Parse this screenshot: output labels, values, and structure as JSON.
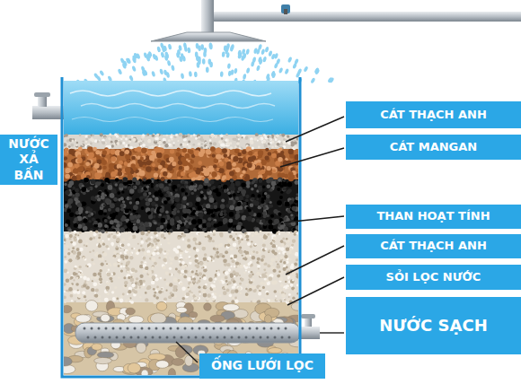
{
  "diagram": {
    "nodes": [
      {
        "text": [
          "CÁT THẠCH ANH"
        ]
      },
      {
        "text": [
          "NƯỚC XẢ BẤN"
        ]
      },
      {
        "text": [
          "CÁT MANGAN"
        ]
      },
      {
        "text": [
          "THAN HOẠT TÍNH"
        ]
      },
      {
        "text": [
          "CÁT THẠCH ANH"
        ]
      },
      {
        "text": [
          "SỎI LỌC NƯỚC"
        ]
      },
      {
        "text": [
          "NƯỚC SẠCH"
        ]
      },
      {
        "text": [
          "ỐNG LƯỚI LỌC"
        ]
      }
    ]
  }
}
